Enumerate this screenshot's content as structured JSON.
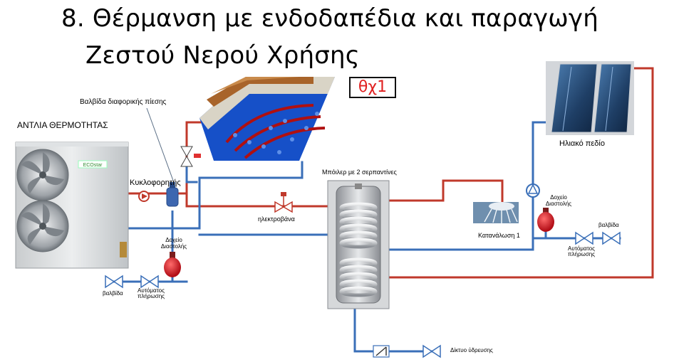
{
  "title": {
    "line1": "8. Θέρμανση με ενδοδαπέδια και παραγωγή",
    "line2": "Ζεστού Νερού Χρήσης"
  },
  "badge": "θχ1",
  "labels": {
    "heat_pump": "ΑΝΤΛΙΑ ΘΕΡΜΟΤΗΤΑΣ",
    "diff_valve": "Βαλβίδα διαφορικής πίεσης",
    "circulator": "Κυκλοφορητής",
    "solenoid": "ηλεκτροβάνα",
    "boiler": "Μπόιλερ με 2 σερπαντίνες",
    "solar_field": "Ηλιακό πεδίο",
    "consumption": "Κατανάλωση  1",
    "exp_tank_left_1": "Δοχείο",
    "exp_tank_left_2": "Διαστολής",
    "exp_tank_right_1": "Δοχείο",
    "exp_tank_right_2": "Διαστολής",
    "valve_left": "βαλβίδα",
    "autofill_left_1": "Αυτόματος",
    "autofill_left_2": "πλήρωσης",
    "valve_right": "βαλβίδα",
    "autofill_right_1": "Αυτόματος",
    "autofill_right_2": "πλήρωσης",
    "water_network": "Δίκτυο ύδρευσης",
    "heat_pump_brand": "ECOstar"
  },
  "colors": {
    "hot_pipe": "#c0392b",
    "cold_pipe": "#3a6fb8",
    "badge_text": "#e02020",
    "expansion_tank": "#d81f26"
  },
  "icons": [
    "fan-icon",
    "pump-icon",
    "valve-icon",
    "check-valve-icon",
    "expansion-tank-icon",
    "shower-icon",
    "solar-panel-icon"
  ]
}
